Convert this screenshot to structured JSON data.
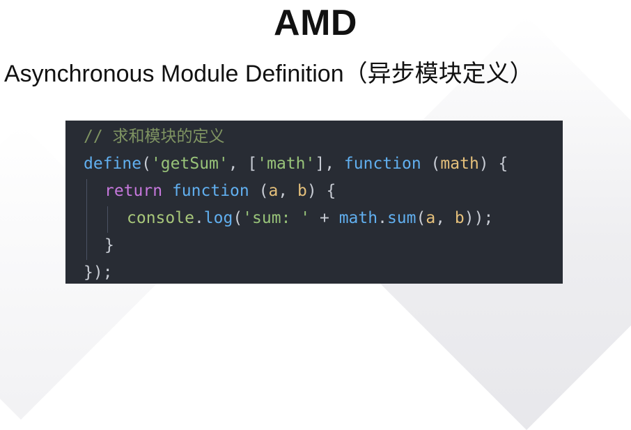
{
  "slide": {
    "title": "AMD",
    "subtitle": "Asynchronous Module Definition（异步模块定义）"
  },
  "code": {
    "language": "javascript",
    "theme": {
      "background": "#282c34",
      "comment": "#7f9462",
      "function": "#61afef",
      "keyword": "#c678dd",
      "string": "#98c379",
      "parameter": "#e5c07b",
      "punctuation": "#c8ccd4"
    },
    "lines": [
      {
        "tokens": [
          {
            "text": "// 求和模块的定义",
            "type": "comment"
          }
        ]
      },
      {
        "tokens": [
          {
            "text": "define",
            "type": "fn"
          },
          {
            "text": "(",
            "type": "punc"
          },
          {
            "text": "'getSum'",
            "type": "str"
          },
          {
            "text": ", [",
            "type": "punc"
          },
          {
            "text": "'math'",
            "type": "str"
          },
          {
            "text": "], ",
            "type": "punc"
          },
          {
            "text": "function",
            "type": "fn"
          },
          {
            "text": " (",
            "type": "punc"
          },
          {
            "text": "math",
            "type": "var"
          },
          {
            "text": ") {",
            "type": "punc"
          }
        ]
      },
      {
        "tokens": [
          {
            "text": "return",
            "type": "kw"
          },
          {
            "text": " ",
            "type": "punc"
          },
          {
            "text": "function",
            "type": "fn"
          },
          {
            "text": " (",
            "type": "punc"
          },
          {
            "text": "a",
            "type": "var"
          },
          {
            "text": ", ",
            "type": "punc"
          },
          {
            "text": "b",
            "type": "var"
          },
          {
            "text": ") {",
            "type": "punc"
          }
        ]
      },
      {
        "tokens": [
          {
            "text": "console",
            "type": "obj"
          },
          {
            "text": ".",
            "type": "punc"
          },
          {
            "text": "log",
            "type": "fn"
          },
          {
            "text": "(",
            "type": "punc"
          },
          {
            "text": "'sum: '",
            "type": "str"
          },
          {
            "text": " + ",
            "type": "punc"
          },
          {
            "text": "math",
            "type": "fn"
          },
          {
            "text": ".",
            "type": "punc"
          },
          {
            "text": "sum",
            "type": "fn"
          },
          {
            "text": "(",
            "type": "punc"
          },
          {
            "text": "a",
            "type": "var"
          },
          {
            "text": ", ",
            "type": "punc"
          },
          {
            "text": "b",
            "type": "var"
          },
          {
            "text": "));",
            "type": "punc"
          }
        ]
      },
      {
        "tokens": [
          {
            "text": "}",
            "type": "punc"
          }
        ]
      },
      {
        "tokens": [
          {
            "text": "});",
            "type": "punc"
          }
        ]
      }
    ]
  }
}
